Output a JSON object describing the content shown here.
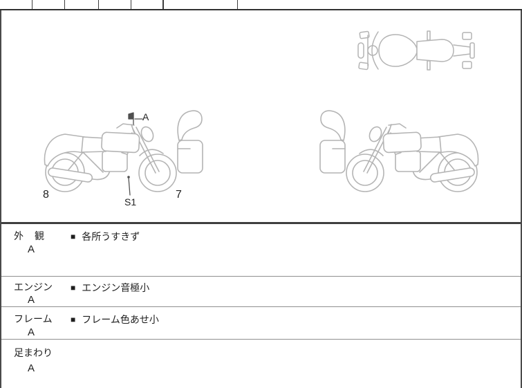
{
  "sheet": {
    "bg": "#ffffff",
    "border_color": "#4a4a4a",
    "sketch_color": "#b4b4b4",
    "label_color": "#222222",
    "divider_color": "#8f8f8f",
    "section_border_color": "#3f3f3f"
  },
  "diagram": {
    "point_label": "A",
    "part_label": "S1",
    "rear_number": "8",
    "front_number": "7"
  },
  "sections": [
    {
      "name": "外　観",
      "grade": "A",
      "bullet": "■",
      "comment": "各所うすきず"
    },
    {
      "name": "エンジン",
      "grade": "A",
      "bullet": "■",
      "comment": "エンジン音極小"
    },
    {
      "name": "フレーム",
      "grade": "A",
      "bullet": "■",
      "comment": "フレーム色あせ小"
    },
    {
      "name": "足まわり",
      "grade": "A",
      "bullet": "",
      "comment": ""
    }
  ]
}
